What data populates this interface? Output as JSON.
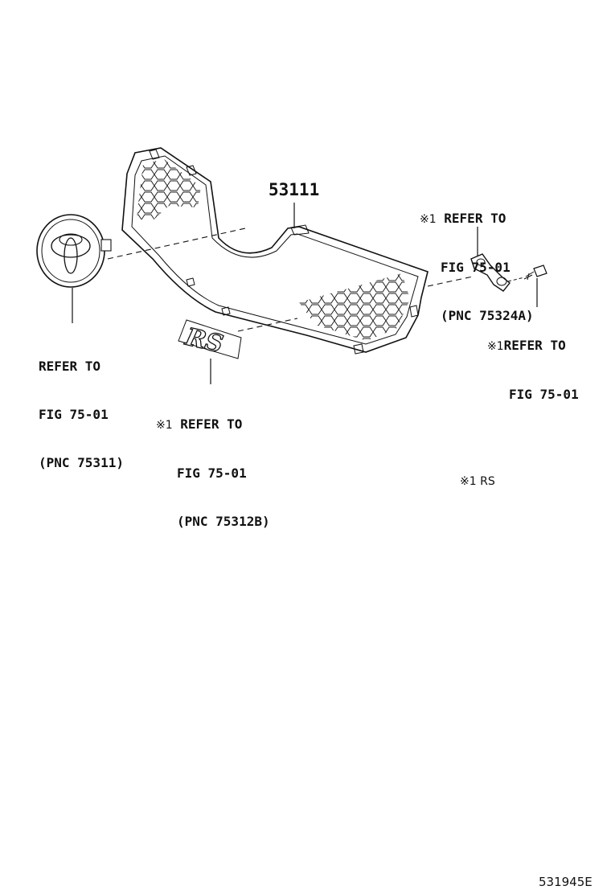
{
  "part_number": "53111",
  "callouts": {
    "emblem": {
      "line1": "REFER TO",
      "line2": "FIG 75-01",
      "line3": "(PNC 75311)"
    },
    "rs_badge": {
      "mark": "※1",
      "line1": "REFER TO",
      "line2": "FIG 75-01",
      "line3": "(PNC 75312B)"
    },
    "bracket": {
      "mark": "※1",
      "line1": "REFER TO",
      "line2": "FIG 75-01",
      "line3": "(PNC 75324A)"
    },
    "screw": {
      "mark": "※1",
      "line1": "REFER TO",
      "line2": "FIG 75-01"
    }
  },
  "footnote": "※1 RS",
  "figure_id": "531945E",
  "badge_text": "RS"
}
